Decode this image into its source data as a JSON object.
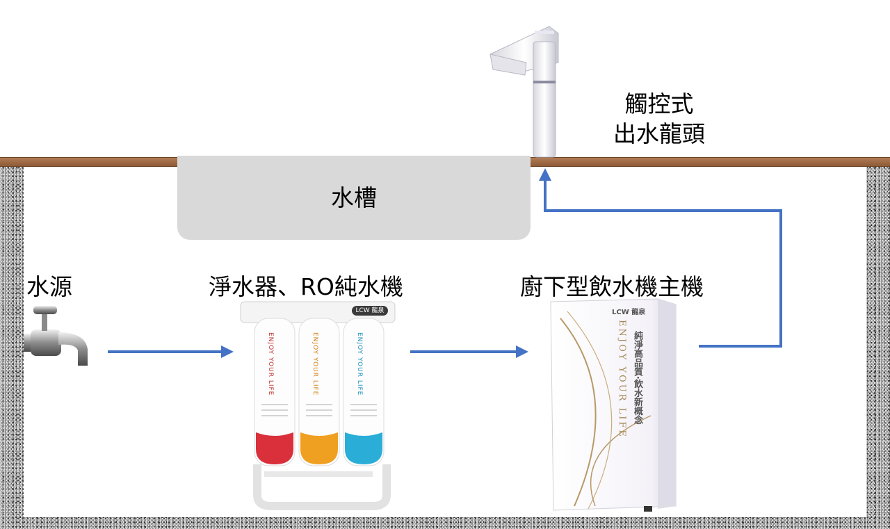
{
  "labels": {
    "sink": "水槽",
    "faucet_line1": "觸控式",
    "faucet_line2": "出水龍頭",
    "water_source": "水源",
    "purifier": "淨水器、RO純水機",
    "main_unit": "廚下型飲水機主機"
  },
  "purifier_brand": "LCW 龍泉",
  "filter_slogan": "ENJOY YOUR LIFE",
  "unit_brand": "LCW 龍泉",
  "unit_slogan_en": "ENJOY YOUR LIFE",
  "unit_slogan_zh": "純淨高品質‧飲水新概念",
  "colors": {
    "arrow": "#4472c4",
    "counter": "#9c6a44",
    "sink": "#d9d9d9",
    "filter_red": "#d9303c",
    "filter_orange": "#f0a020",
    "filter_blue": "#2aaed8",
    "unit_gold": "#b89968"
  }
}
